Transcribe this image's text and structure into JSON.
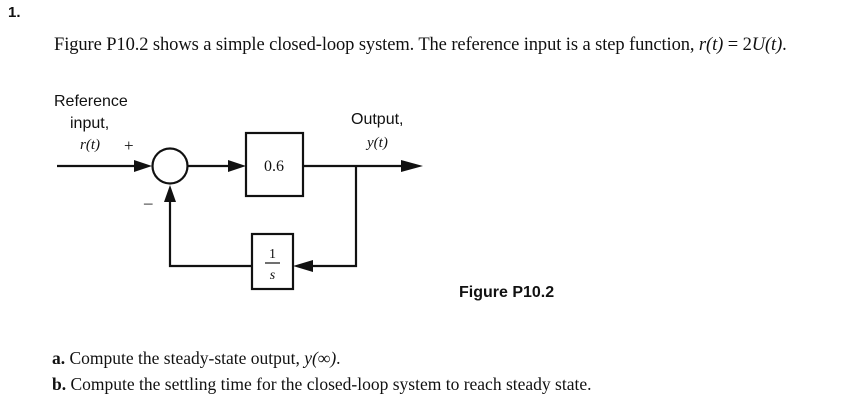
{
  "question_number": "1.",
  "intro": {
    "text": "Figure P10.2 shows a simple closed-loop system. The reference input is a step function, ",
    "equation_lhs": "r(t)",
    "equation_eq": " = 2",
    "equation_rhs": "U(t)",
    "end": "."
  },
  "diagram": {
    "ref_label_line1": "Reference",
    "ref_label_line2": "input,",
    "ref_label_var": "r(t)",
    "plus_sign": "+",
    "minus_sign": "–",
    "forward_gain": "0.6",
    "output_label_line1": "Output,",
    "output_label_var": "y(t)",
    "feedback_numerator": "1",
    "feedback_denominator": "s"
  },
  "figure_caption": "Figure P10.2",
  "parts": [
    {
      "letter": "a.",
      "text": " Compute the steady-state output, ",
      "var": "y(∞)",
      "end": "."
    },
    {
      "letter": "b.",
      "text": " Compute the settling time for the closed-loop system to reach steady state.",
      "var": "",
      "end": ""
    }
  ]
}
